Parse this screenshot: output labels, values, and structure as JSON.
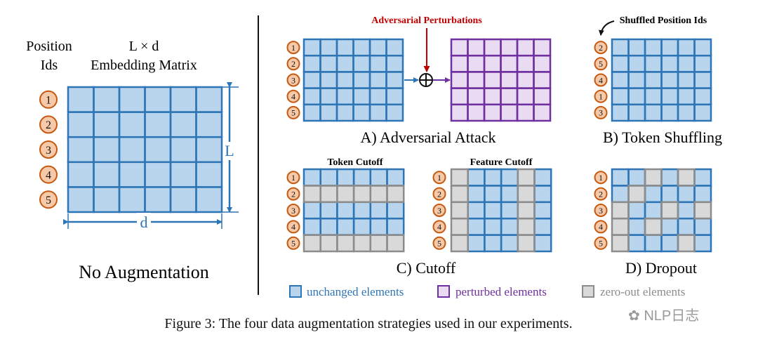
{
  "colors": {
    "unchanged_fill": "#b9d5ee",
    "unchanged_line": "#2e75b6",
    "perturbed_fill": "#e9dcf2",
    "perturbed_line": "#7030a0",
    "zero_fill": "#d9d9d9",
    "zero_line": "#8c8c8c",
    "badge_fill": "#f6c9a9",
    "badge_line": "#c65911",
    "arrow_red": "#c00000"
  },
  "left_panel": {
    "position_label": [
      "Position",
      "Ids"
    ],
    "matrix_label": [
      "L × d",
      "Embedding Matrix"
    ],
    "ids": [
      "1",
      "2",
      "3",
      "4",
      "5"
    ],
    "dim_L": "L",
    "dim_d": "d",
    "title": "No Augmentation"
  },
  "panel_a": {
    "title": "A) Adversarial Attack",
    "perturbation_label": "Adversarial Perturbations",
    "ids": [
      "1",
      "2",
      "3",
      "4",
      "5"
    ]
  },
  "panel_b": {
    "title": "B) Token Shuffling",
    "annotation": "Shuffled Position Ids",
    "ids": [
      "2",
      "5",
      "4",
      "1",
      "3"
    ]
  },
  "panel_c": {
    "title": "C) Cutoff",
    "token_label": "Token Cutoff",
    "feature_label": "Feature Cutoff",
    "ids": [
      "1",
      "2",
      "3",
      "4",
      "5"
    ],
    "token_zero_rows": [
      1,
      4
    ],
    "feature_zero_cols": [
      0,
      4
    ]
  },
  "panel_d": {
    "title": "D) Dropout",
    "ids": [
      "1",
      "2",
      "3",
      "4",
      "5"
    ],
    "zero_cells": [
      [
        0,
        2
      ],
      [
        0,
        4
      ],
      [
        1,
        1
      ],
      [
        2,
        0
      ],
      [
        2,
        3
      ],
      [
        2,
        5
      ],
      [
        3,
        0
      ],
      [
        3,
        2
      ],
      [
        4,
        0
      ],
      [
        4,
        4
      ]
    ]
  },
  "legend": {
    "unchanged": "unchanged elements",
    "perturbed": "perturbed elements",
    "zero": "zero-out elements"
  },
  "caption": "Figure 3: The four data augmentation strategies used in our experiments.",
  "watermark": "NLP日志"
}
